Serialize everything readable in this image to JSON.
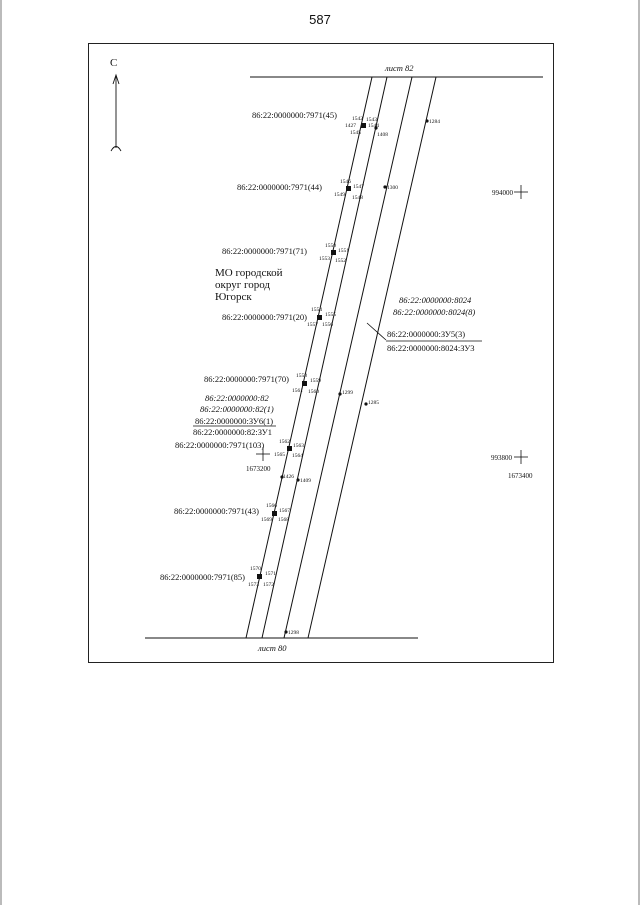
{
  "page": {
    "number": "587"
  },
  "north_arrow": {
    "letter": "С"
  },
  "sheets": {
    "top": "лист 82",
    "bottom": "лист 80"
  },
  "region": {
    "line1": "МО городской",
    "line2": "округ город",
    "line3": "Югорск"
  },
  "parcels": [
    "86:22:0000000:7971(45)",
    "86:22:0000000:7971(44)",
    "86:22:0000000:7971(71)",
    "86:22:0000000:7971(20)",
    "86:22:0000000:7971(70)",
    "86:22:0000000:7971(103)",
    "86:22:0000000:7971(43)",
    "86:22:0000000:7971(85)"
  ],
  "group_right": {
    "it1": "86:22:0000000:8024",
    "it2": "86:22:0000000:8024(8)",
    "zu1": "86:22:0000000:ЗУ5(3)",
    "zu2": "86:22:0000000:8024:ЗУ3"
  },
  "group_left": {
    "it1": "86:22:0000000:82",
    "it2": "86:22:0000000:82(1)",
    "zu1": "86:22:0000000:ЗУ6(1)",
    "zu2": "86:22:0000000:82:ЗУ1"
  },
  "coords": {
    "y994000": "994000",
    "y993800": "993800",
    "x1673400": "1673400",
    "x1673200": "1673200"
  },
  "points": {
    "p1542": "1542",
    "p1543": "1543",
    "p1427": "1427",
    "p1544": "1544",
    "p1545": "1545",
    "p1408": "1408",
    "p1284": "1284",
    "p1546": "1546",
    "p1547": "1547",
    "p1549": "1549",
    "p1548": "1548",
    "p1300": "1300",
    "p1550": "1550",
    "p1551": "1551",
    "p1553": "1553",
    "p1552": "1552",
    "p1554": "1554",
    "p1555": "1555",
    "p1557": "1557",
    "p1556": "1556",
    "p1558": "1558",
    "p1559": "1559",
    "p1561": "1561",
    "p1560": "1560",
    "p1299": "1299",
    "p1285": "1285",
    "p1562": "1562",
    "p1563": "1563",
    "p1565": "1565",
    "p1564": "1564",
    "p1426": "1426",
    "p1409": "1409",
    "p1566": "1566",
    "p1567": "1567",
    "p1569": "1569",
    "p1568": "1568",
    "p1570": "1570",
    "p1571": "1571",
    "p1573": "1573",
    "p1572": "1572",
    "p1298": "1298"
  }
}
